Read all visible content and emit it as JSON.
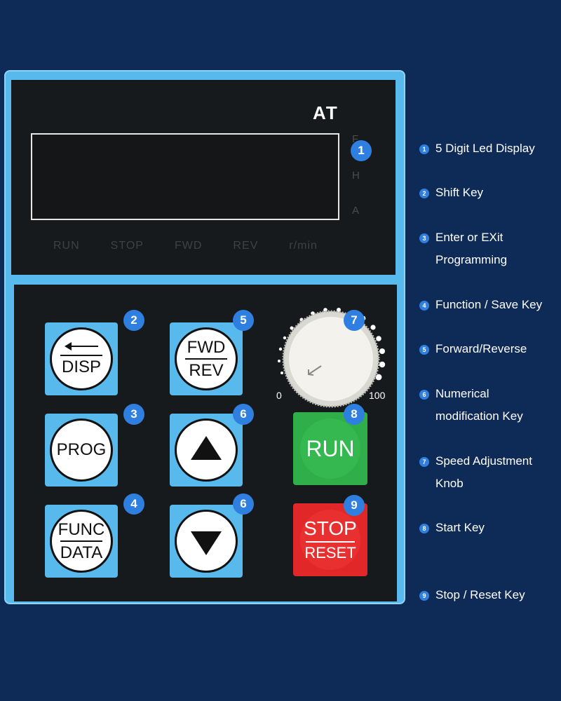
{
  "panel": {
    "brand": "AT",
    "units": [
      "F",
      "H",
      "A"
    ],
    "status_indicators": [
      "RUN",
      "STOP",
      "FWD",
      "REV",
      "r/min"
    ]
  },
  "keys": {
    "shift": {
      "label": "DISP"
    },
    "prog": {
      "label": "PROG"
    },
    "func": {
      "top": "FUNC",
      "bottom": "DATA"
    },
    "fwd_rev": {
      "top": "FWD",
      "bottom": "REV"
    },
    "run": {
      "label": "RUN"
    },
    "stop": {
      "top": "STOP",
      "bottom": "RESET"
    }
  },
  "knob": {
    "min_label": "0",
    "max_label": "100"
  },
  "badges": {
    "b1": "1",
    "b2": "2",
    "b3": "3",
    "b4": "4",
    "b5": "5",
    "b6a": "6",
    "b6b": "6",
    "b7": "7",
    "b8": "8",
    "b9": "9"
  },
  "legend": [
    {
      "num": "1",
      "text": "5 Digit Led Display"
    },
    {
      "num": "2",
      "text": "Shift Key"
    },
    {
      "num": "3",
      "text": "Enter or EXit Programming"
    },
    {
      "num": "4",
      "text": "Function / Save Key"
    },
    {
      "num": "5",
      "text": "Forward/Reverse"
    },
    {
      "num": "6",
      "text": "Numerical modification Key"
    },
    {
      "num": "7",
      "text": "Speed Adjustment Knob"
    },
    {
      "num": "8",
      "text": "Start Key"
    },
    {
      "num": "9",
      "text": "Stop / Reset Key"
    }
  ],
  "colors": {
    "background": "#0e2a56",
    "panel_frame": "#58b9ec",
    "badge": "#2f7fe0",
    "run_green": "#34b84f",
    "stop_red": "#e83030"
  }
}
